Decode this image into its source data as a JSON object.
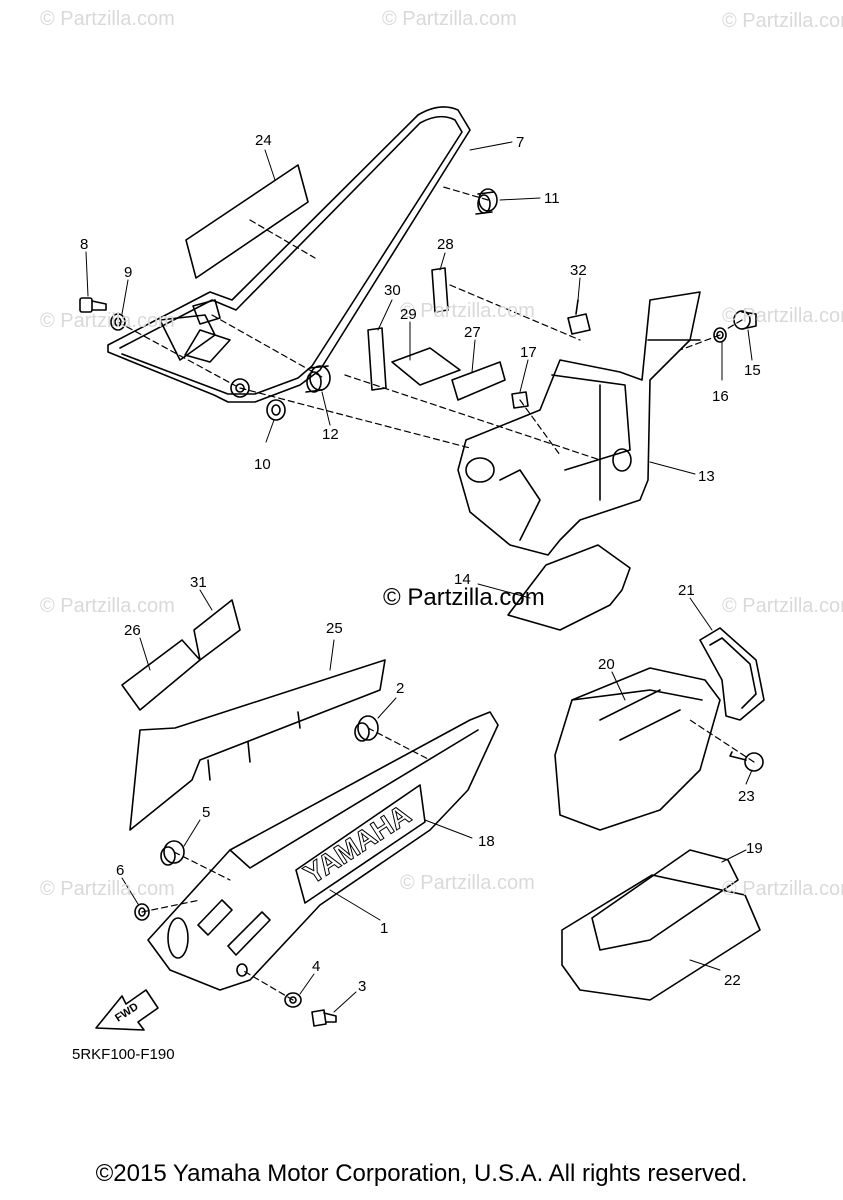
{
  "watermark_text": "© Partzilla.com",
  "center_watermark": "© Partzilla.com",
  "parts": [
    "1",
    "2",
    "3",
    "4",
    "5",
    "6",
    "7",
    "8",
    "9",
    "10",
    "11",
    "12",
    "13",
    "14",
    "15",
    "16",
    "17",
    "18",
    "19",
    "20",
    "21",
    "22",
    "23",
    "24",
    "25",
    "26",
    "27",
    "28",
    "29",
    "30",
    "31",
    "32"
  ],
  "emblem_text": "YAMAHA",
  "fwd_label": "FWD",
  "diagram_code": "5RKF100-F190",
  "copyright": "©2015 Yamaha Motor Corporation, U.S.A. All rights reserved."
}
